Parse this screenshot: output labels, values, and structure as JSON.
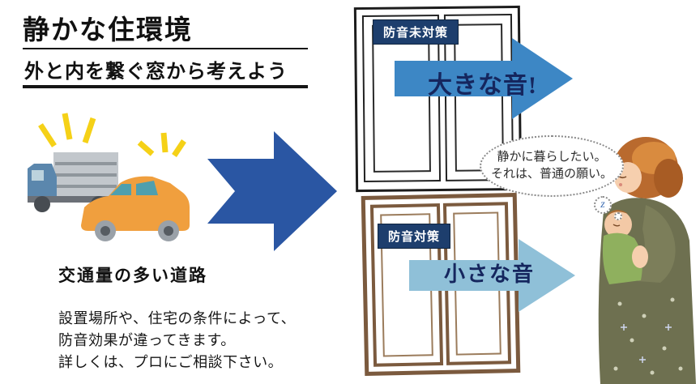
{
  "header": {
    "title": "静かな住環境",
    "subtitle": "外と内を繋ぐ窓から考えよう"
  },
  "road": {
    "caption": "交通量の多い道路"
  },
  "note": {
    "line1": "設置場所や、住宅の条件によって、",
    "line2": "防音効果が違ってきます。",
    "line3": "詳しくは、プロにご相談下さい。"
  },
  "window_top": {
    "label": "防音未対策",
    "sound": "大きな音!"
  },
  "window_bottom": {
    "label": "防音対策",
    "sound": "小さな音"
  },
  "bubble": {
    "line1": "静かに暮らしたい。",
    "line2": "それは、普通の願い。",
    "z": "z"
  },
  "colors": {
    "big_arrow": "#2a56a3",
    "loud_arrow": "#3d87c5",
    "quiet_arrow": "#8fc0d8",
    "label_bg": "#1d3e6d",
    "sound_text": "#15265e",
    "window_frame_brown": "#7b5a3e",
    "noise_yellow": "#f5d117"
  }
}
